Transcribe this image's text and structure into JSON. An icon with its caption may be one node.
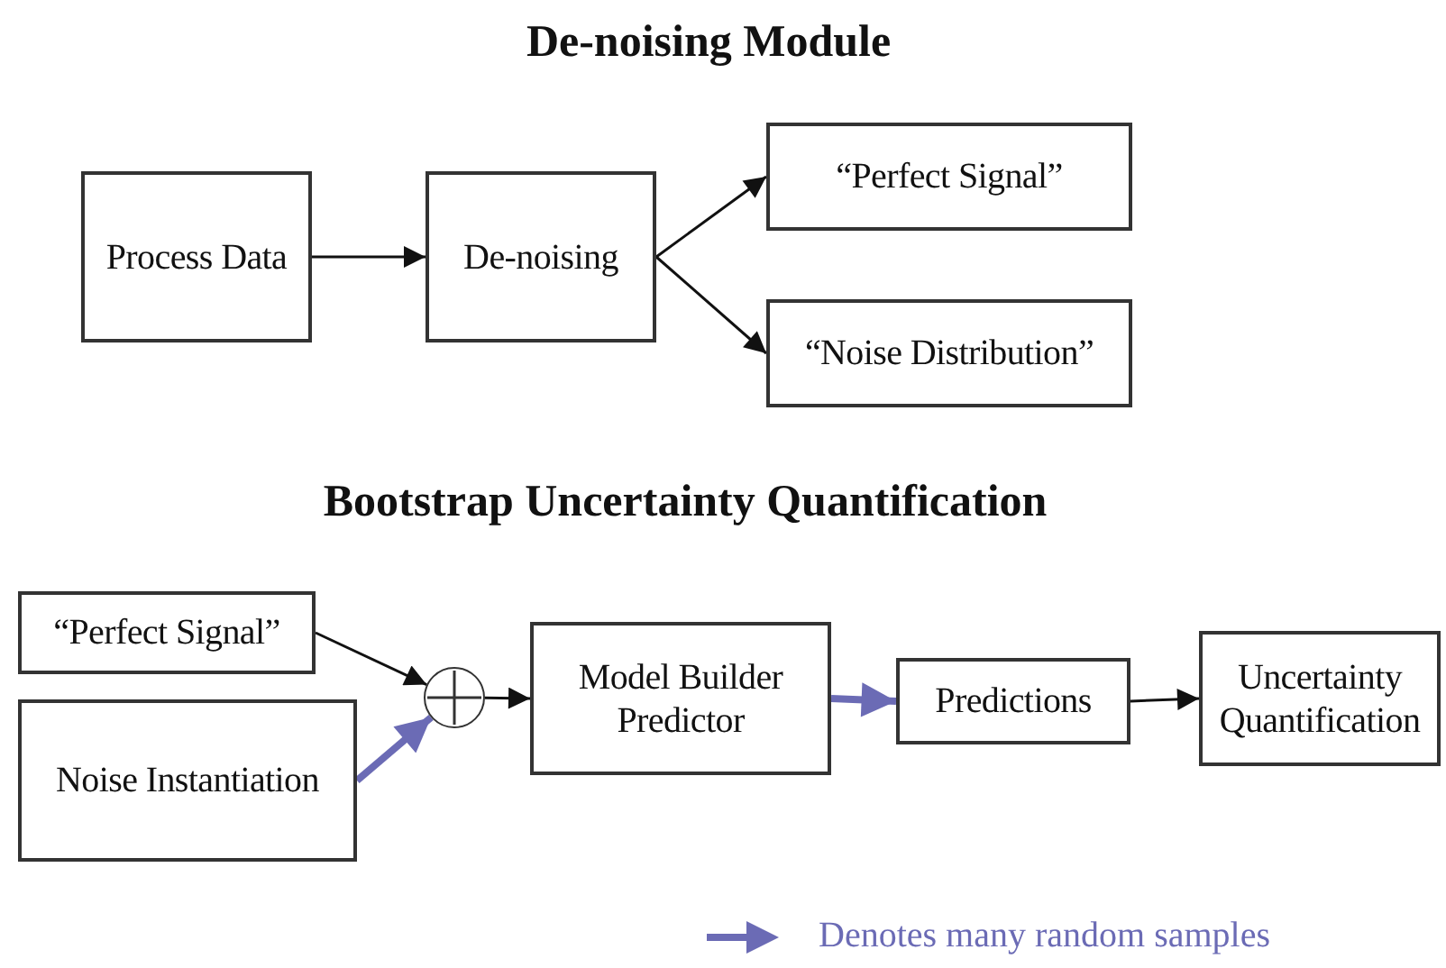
{
  "diagram": {
    "nodes": [
      {
        "text": [
          "Process Data"
        ]
      },
      {
        "text": [
          "De-noising"
        ]
      },
      {
        "text": [
          "“Perfect Signal”"
        ]
      },
      {
        "text": [
          "“Noise Distribution”"
        ]
      },
      {
        "text": [
          "“Perfect Signal”"
        ]
      },
      {
        "text": [
          "Noise Instantiation"
        ]
      },
      {
        "text": [],
        "shape": "circle"
      },
      {
        "text": [
          "Model Builder Predictor"
        ]
      },
      {
        "text": [
          "Predictions"
        ]
      },
      {
        "text": [
          "Uncertainty Quantification"
        ]
      }
    ],
    "edges": [
      {
        "from": 0,
        "to": 1,
        "arrow": "to"
      },
      {
        "from": 1,
        "to": 2,
        "arrow": "to"
      },
      {
        "from": 1,
        "to": 3,
        "arrow": "to"
      },
      {
        "from": 4,
        "to": 6,
        "arrow": "to"
      },
      {
        "from": 5,
        "to": 6,
        "arrow": "to",
        "style": "thick",
        "color": "#6b6bb5"
      },
      {
        "from": 6,
        "to": 7,
        "arrow": "to"
      },
      {
        "from": 7,
        "to": 8,
        "arrow": "to",
        "style": "thick",
        "color": "#6b6bb5"
      },
      {
        "from": 8,
        "to": 9,
        "arrow": "to"
      }
    ],
    "labels": [
      "De-noising Module",
      "Bootstrap Uncertainty Quantification"
    ],
    "legend": [
      {
        "text": "Denotes many random samples"
      }
    ]
  }
}
